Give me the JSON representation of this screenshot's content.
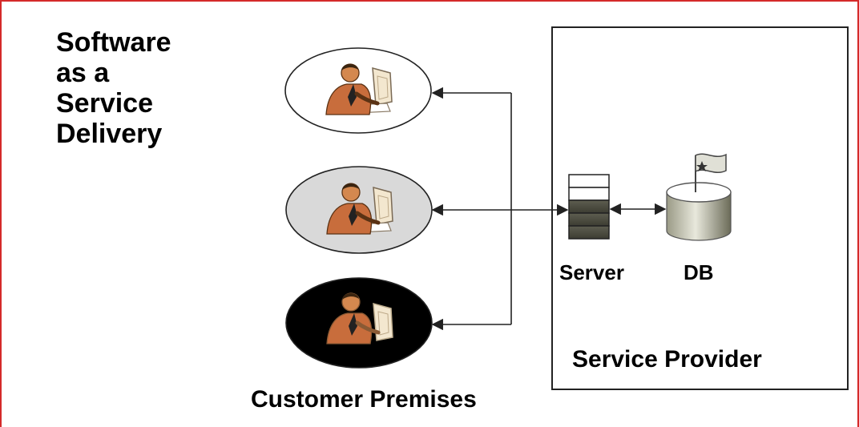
{
  "diagram": {
    "title": "Software\nas a\nService\nDelivery",
    "provider_label": "Service Provider",
    "server_label": "Server",
    "db_label": "DB",
    "customer_label": "Customer Premises"
  },
  "colors": {
    "frame": "#d42a2a",
    "client_1_background": "#ffffff",
    "client_2_background": "#d9d9d9",
    "client_3_background": "#000000"
  },
  "icons": {
    "clients": [
      "person-at-computer-icon",
      "person-at-computer-icon",
      "person-at-computer-icon"
    ],
    "server": "server-stack-icon",
    "database": "database-cylinder-icon",
    "flag": "flag-icon"
  }
}
